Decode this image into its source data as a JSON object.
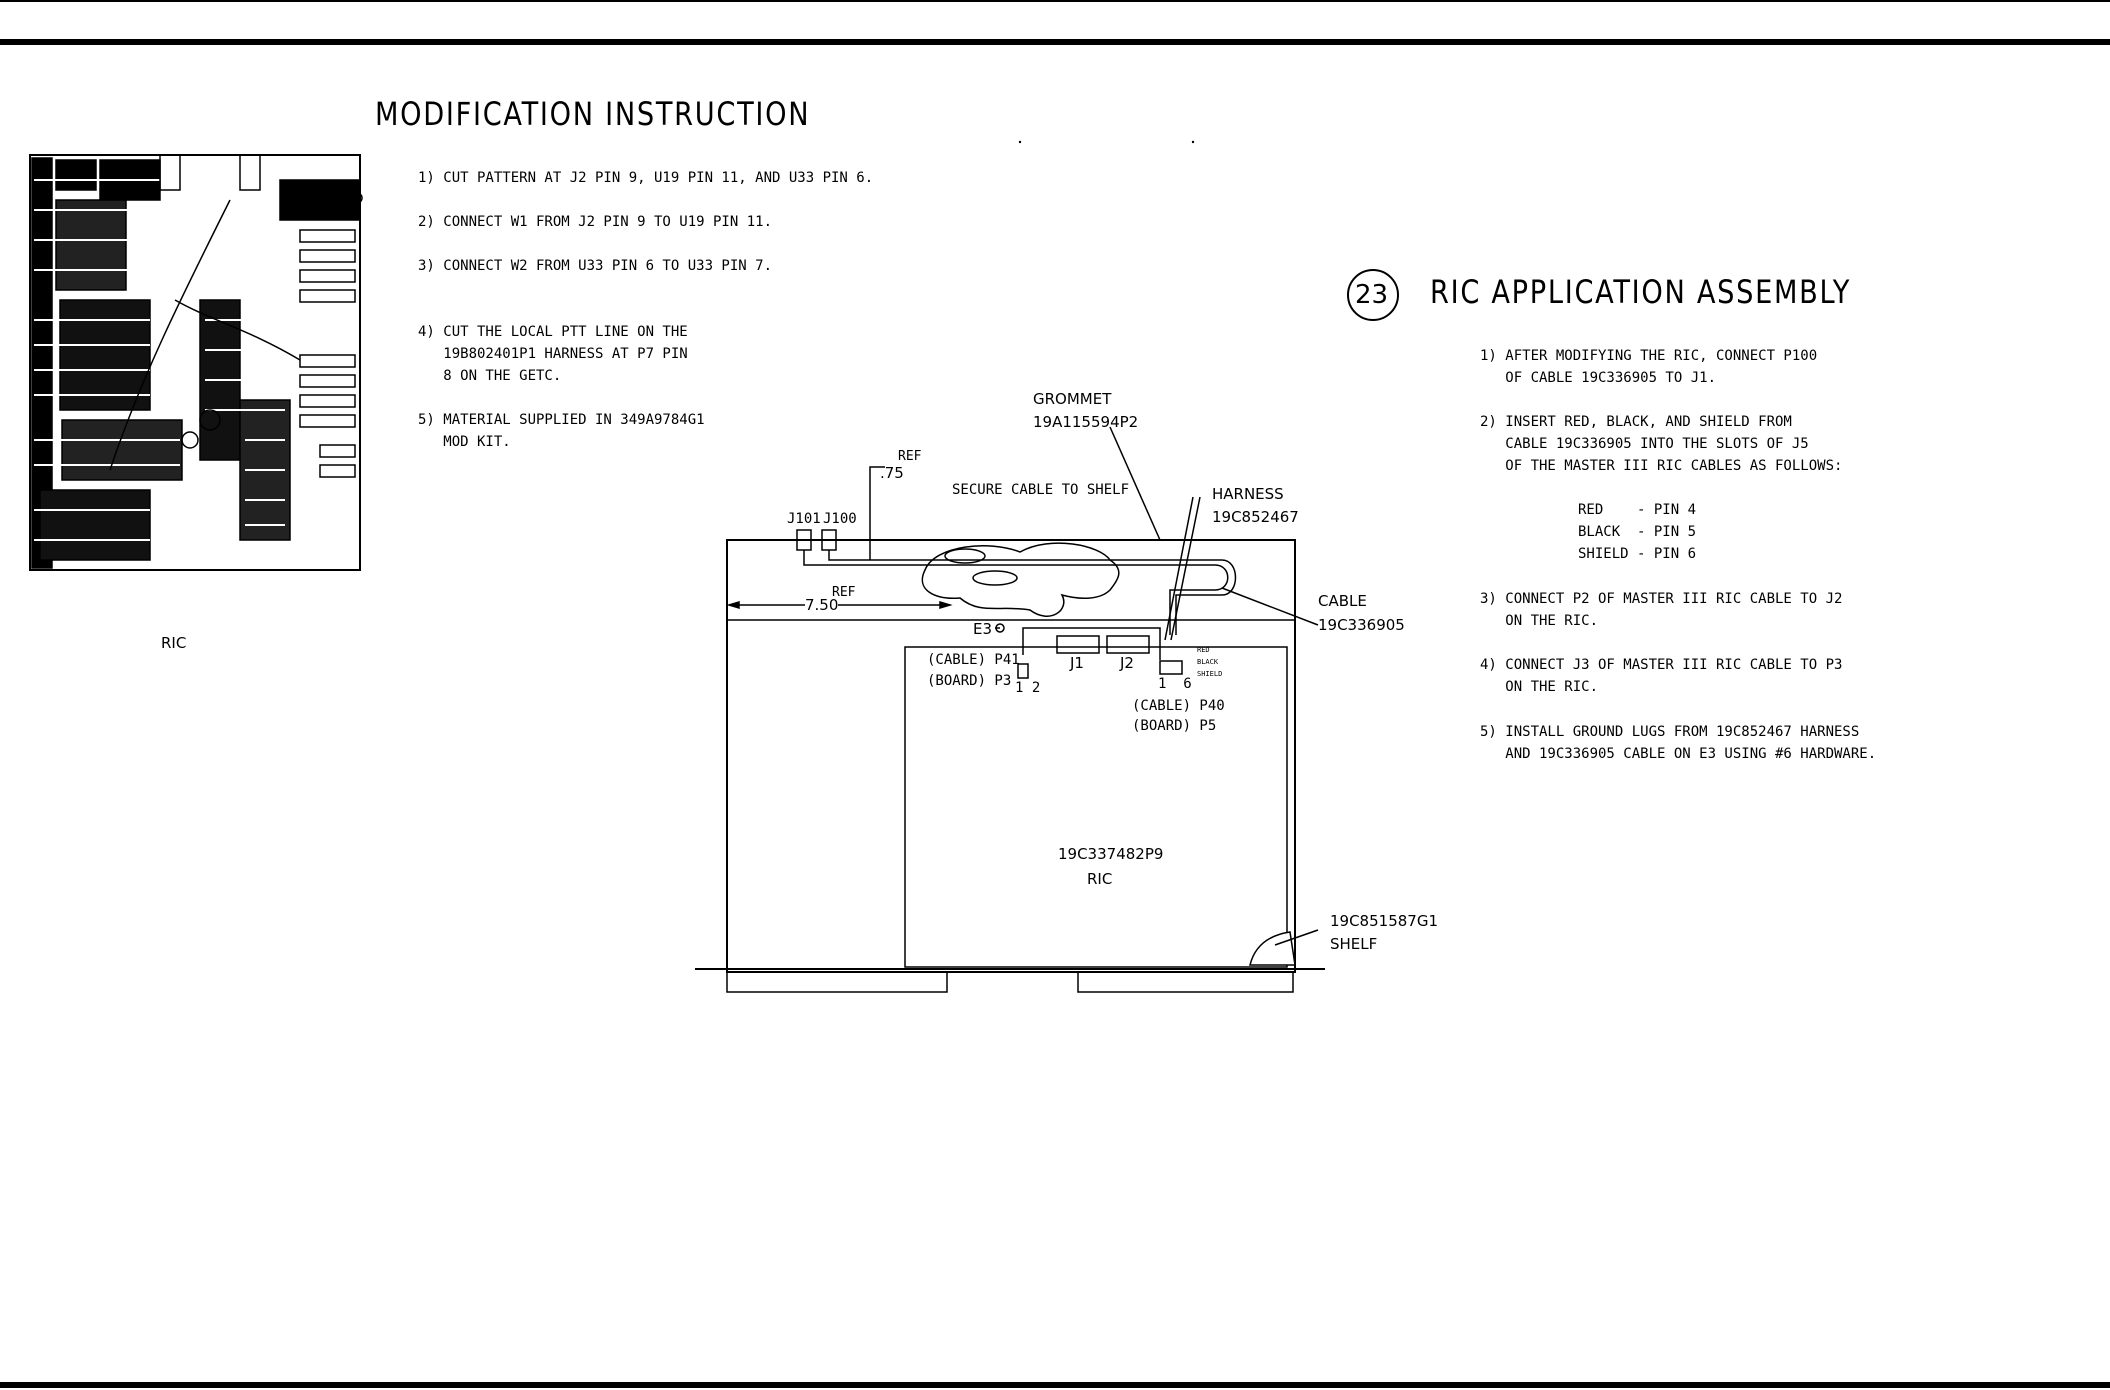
{
  "modification": {
    "title": "MODIFICATION INSTRUCTION",
    "steps": [
      "1) CUT PATTERN AT J2 PIN 9, U19 PIN 11, AND U33 PIN 6.",
      "2) CONNECT W1 FROM J2 PIN 9 TO U19 PIN 11.",
      "3) CONNECT W2 FROM U33 PIN 6 TO U33 PIN 7.",
      "4) CUT THE LOCAL PTT LINE ON THE",
      "   19B802401P1 HARNESS AT P7 PIN",
      "   8 ON THE GETC.",
      "5) MATERIAL SUPPLIED IN 349A9784G1",
      "   MOD KIT."
    ],
    "board_caption": "RIC"
  },
  "assembly": {
    "number": "23",
    "title": "RIC APPLICATION ASSEMBLY",
    "steps": [
      "1) AFTER MODIFYING THE RIC, CONNECT P100",
      "   OF CABLE 19C336905 TO J1.",
      "2) INSERT RED, BLACK, AND SHIELD FROM",
      "   CABLE 19C336905 INTO THE SLOTS OF J5",
      "   OF THE MASTER III RIC CABLES AS FOLLOWS:",
      "RED    - PIN 4",
      "BLACK  - PIN 5",
      "SHIELD - PIN 6",
      "3) CONNECT P2 OF MASTER III RIC CABLE TO J2",
      "   ON THE RIC.",
      "4) CONNECT J3 OF MASTER III RIC CABLE TO P3",
      "   ON THE RIC.",
      "5) INSTALL GROUND LUGS FROM 19C852467 HARNESS",
      "   AND 19C336905 CABLE ON E3 USING #6 HARDWARE."
    ]
  },
  "diagram": {
    "grommet": "GROMMET",
    "grommet_pn": "19A115594P2",
    "ref_top": "REF",
    "dim_75": ".75",
    "secure": "SECURE CABLE TO SHELF",
    "harness": "HARNESS",
    "harness_pn": "19C852467",
    "j101": "J101",
    "j100": "J100",
    "ref_left": "REF",
    "dim_750": "7.50",
    "cable": "CABLE",
    "cable_pn": "19C336905",
    "e3": "E3",
    "cable_p41": "(CABLE) P41",
    "board_p3": "(BOARD) P3",
    "pins_12": "1 2",
    "j1": "J1",
    "j2": "J2",
    "pins_16": "1  6",
    "cable_p40": "(CABLE) P40",
    "board_p5": "(BOARD) P5",
    "wire_red": "RED",
    "wire_black": "BLACK",
    "wire_shield": "SHIELD",
    "ric_pn": "19C337482P9",
    "ric": "RIC",
    "shelf_pn": "19C851587G1",
    "shelf": "SHELF"
  }
}
